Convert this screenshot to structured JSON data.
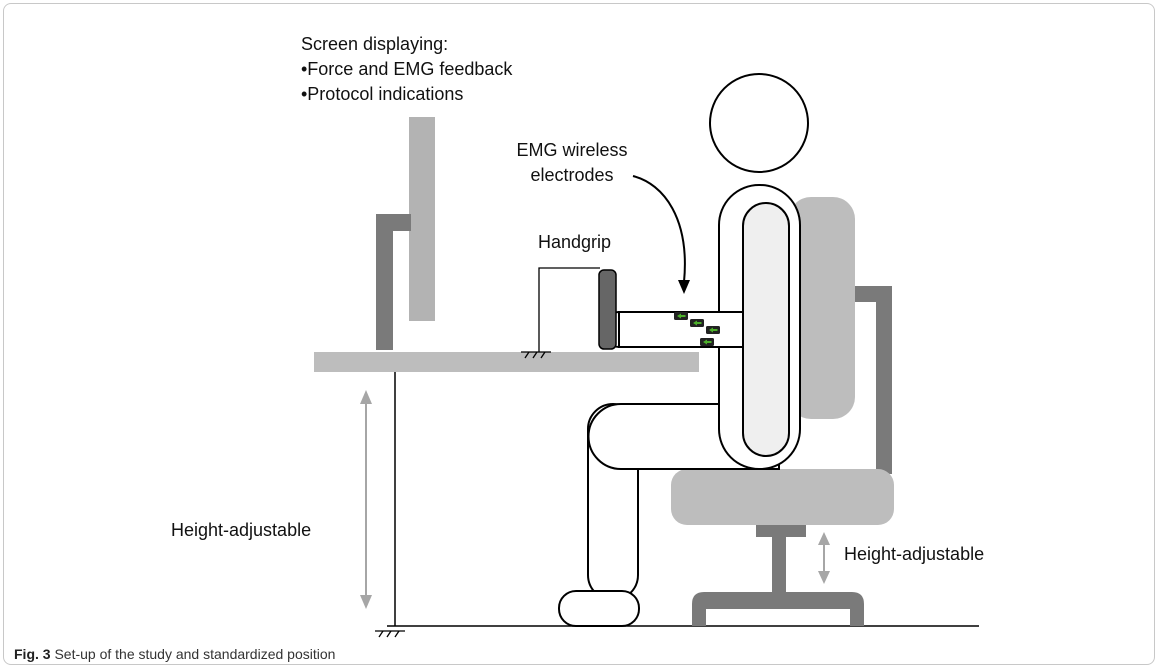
{
  "diagram": {
    "screen_label": {
      "heading": "Screen displaying:",
      "items": [
        "•Force and EMG feedback",
        "•Protocol indications"
      ]
    },
    "emg_label": [
      "EMG wireless",
      "electrodes"
    ],
    "handgrip_label": "Handgrip",
    "desk_height_label": "Height-adjustable",
    "chair_height_label": "Height-adjustable"
  },
  "caption": {
    "figure_number": "Fig. 3",
    "text": "Set-up of the study and standardized position"
  },
  "colors": {
    "dark_gray": "#7a7a7a",
    "mid_gray": "#a6a6a6",
    "light_gray": "#bdbdbd",
    "electrode_green": "#4caf2a"
  }
}
